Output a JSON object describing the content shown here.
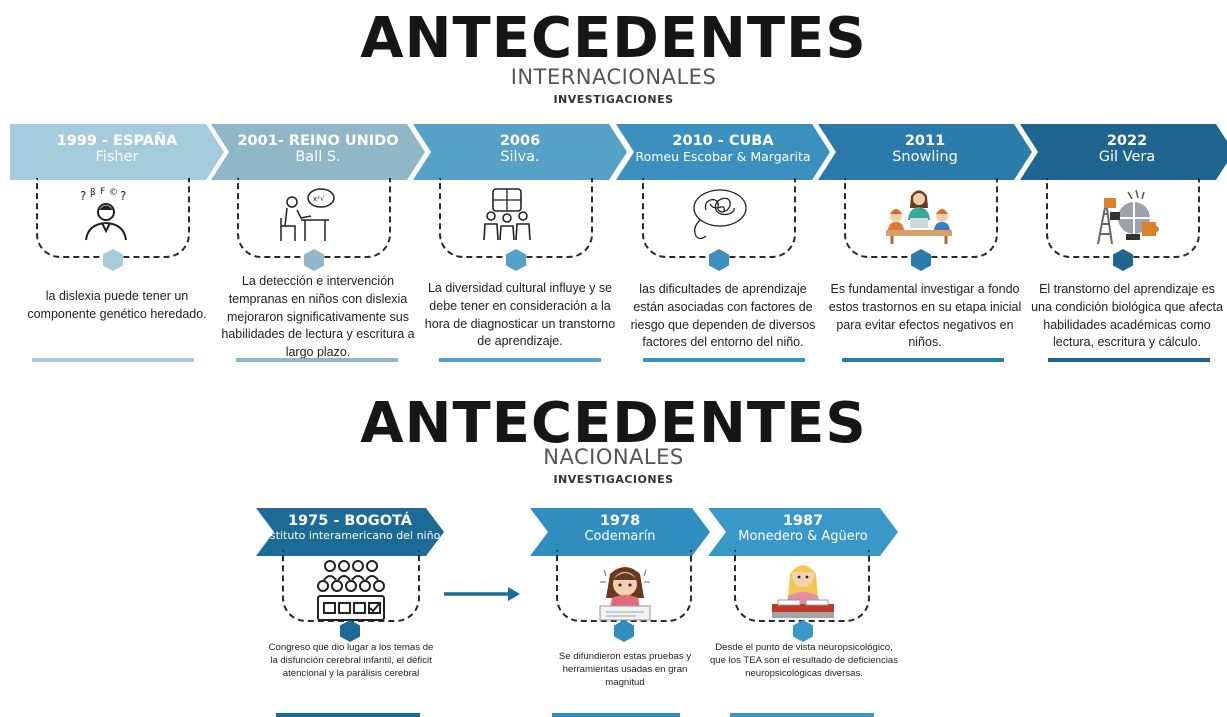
{
  "international": {
    "title": "ANTECEDENTES",
    "subtitle": "INTERNACIONALES",
    "label": "INVESTIGACIONES",
    "items": [
      {
        "year": "1999 - ESPAÑA",
        "author": "Fisher",
        "description": "la dislexia puede tener un componente genético heredado.",
        "icon": "thinking-person-icon",
        "color": "#a6cbdc"
      },
      {
        "year": "2001- REINO UNIDO",
        "author": "Ball S.",
        "description": "La detección e intervención tempranas en niños con dislexia mejoraron significativamente sus habilidades de lectura y escritura a largo plazo.",
        "icon": "student-at-desk-icon",
        "color": "#8fb7c8"
      },
      {
        "year": "2006",
        "author": "Silva.",
        "description": "La diversidad cultural influye y se debe tener en consideración a la hora de diagnosticar un transtorno de aprendizaje.",
        "icon": "people-puzzle-icon",
        "color": "#56a1c6"
      },
      {
        "year": "2010 - CUBA",
        "author": "Romeu Escobar & Margarita",
        "description": "las dificultades de aprendizaje están asociadas con factores de riesgo que dependen de diversos factores del entorno del niño.",
        "icon": "tangled-thought-icon",
        "color": "#3c90bd"
      },
      {
        "year": "2011",
        "author": "Snowling",
        "description": "Es fundamental investigar a fondo estos trastornos en su etapa inicial para evitar efectos negativos en niños.",
        "icon": "teacher-children-icon",
        "color": "#2a7aaa"
      },
      {
        "year": "2022",
        "author": "Gil Vera",
        "description": "El transtorno del aprendizaje es una condición biológica que afecta habilidades académicas como lectura, escritura y cálculo.",
        "icon": "brain-puzzle-icon",
        "color": "#1f6590"
      }
    ]
  },
  "national": {
    "title": "ANTECEDENTES",
    "subtitle": "NACIONALES",
    "label": "INVESTIGACIONES",
    "items": [
      {
        "year": "1975 - BOGOTÁ",
        "author": "Instituto interamericano del niño",
        "description": "Congreso que dio lugar a los temas de la disfunción cerebral infantil, el déficit atencional y la parálisis cerebral",
        "icon": "audience-icon",
        "color": "#1c6a96"
      },
      {
        "year": "1978",
        "author": "Codemarín",
        "description": "Se difundieron estas pruebas y herramientas usadas en gran magnitud",
        "icon": "confused-girl-icon",
        "color": "#2f8dbf"
      },
      {
        "year": "1987",
        "author": "Monedero & Agüero",
        "description": "Desde el punto de vista neuropsicológico, que los TEA son el resultado de deficiencias neuropsicológicas diversas.",
        "icon": "girl-reading-icon",
        "color": "#3a98c8"
      }
    ],
    "arrow": "right-arrow-icon"
  }
}
